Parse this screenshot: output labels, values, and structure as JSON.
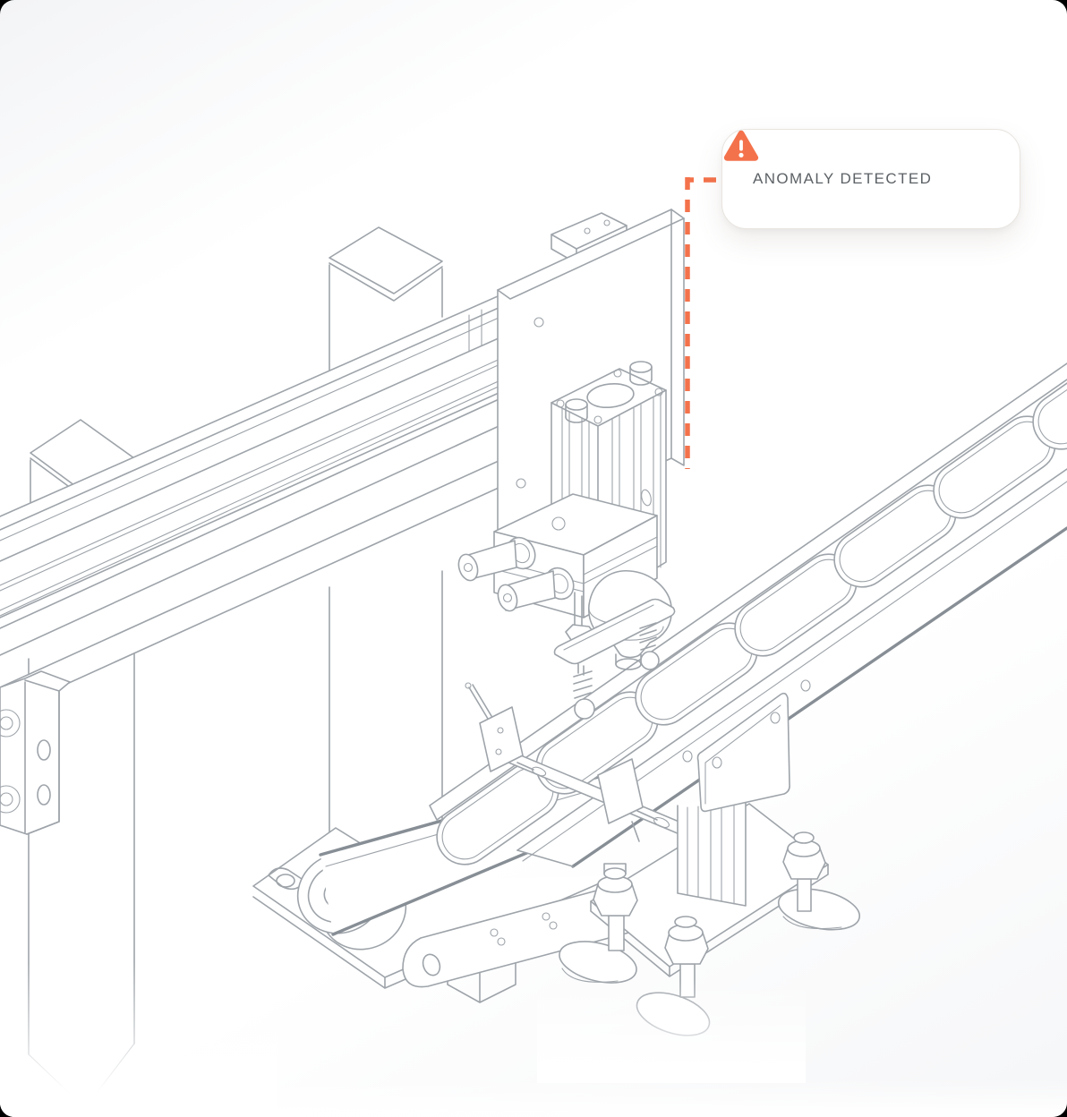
{
  "annotation": {
    "label": "ANOMALY DETECTED",
    "icon": "warning-triangle-icon"
  },
  "connector": {
    "style": "dashed-elbow",
    "points_to": "pneumatic-cylinder"
  },
  "colors": {
    "accent": "#F4724B",
    "line": "#9EA4AA",
    "line-strong": "#878E95",
    "badge-bg": "#FFFFFF",
    "badge-border": "#E8E4DF",
    "badge-text": "#5C6165",
    "canvas-bg": "#FFFFFF",
    "canvas-edge": "#F3F4F6",
    "page-bg": "#000000"
  }
}
